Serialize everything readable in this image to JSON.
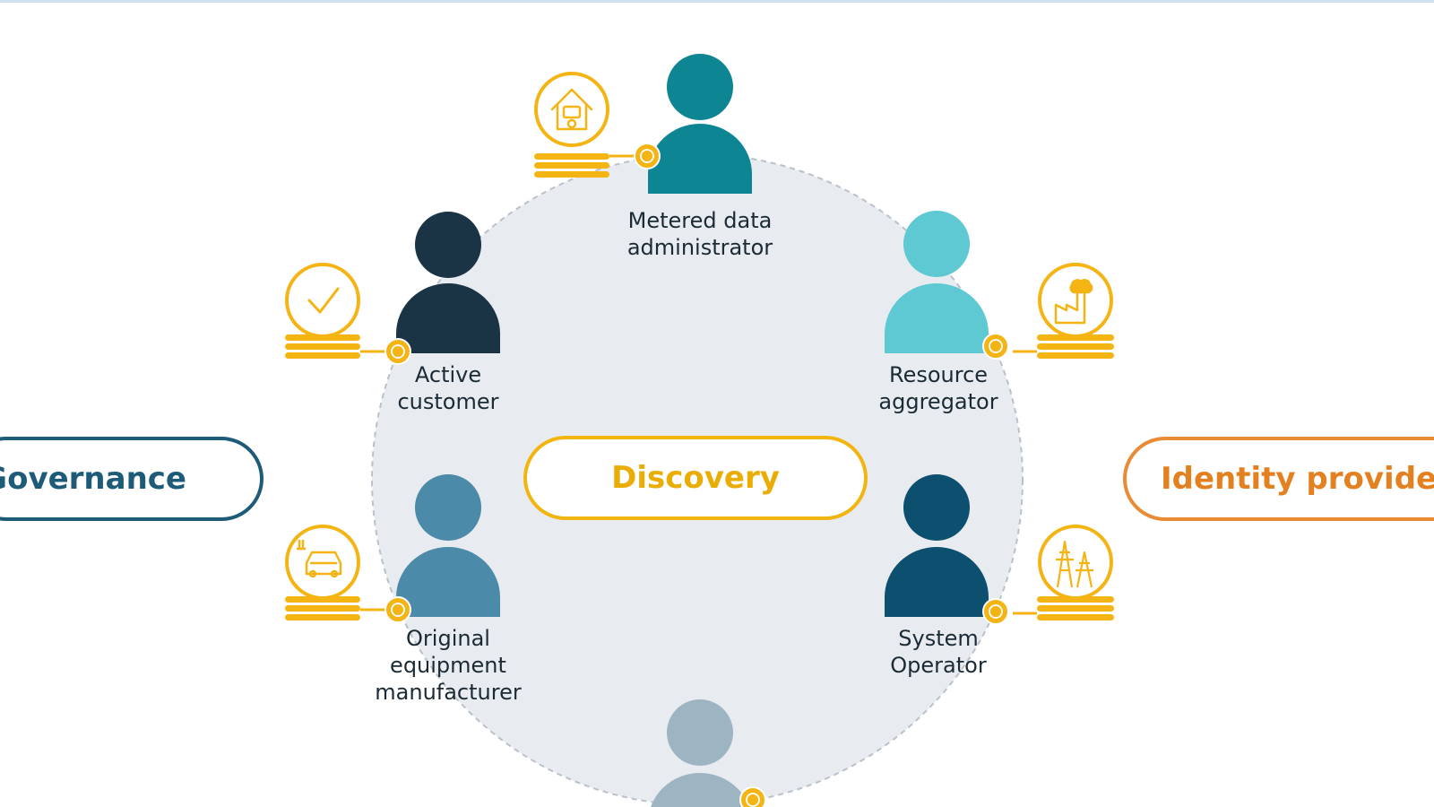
{
  "diagram": {
    "colors": {
      "circle_fill": "#e8ebef",
      "circle_stroke": "#b9c1ca",
      "coin": "#f4b414",
      "coin_line": "#f7c846"
    },
    "central_label": "Discovery",
    "side_labels": {
      "governance": "Governance",
      "identity_provider": "Identity provider"
    },
    "actors": [
      {
        "id": "metered",
        "label": "Metered data\nadministrator",
        "color": "#0e8593",
        "icon": "house-meter-icon"
      },
      {
        "id": "active",
        "label": "Active\ncustomer",
        "color": "#1a3446",
        "icon": "checkmark-icon"
      },
      {
        "id": "resource",
        "label": "Resource\naggregator",
        "color": "#5ec8d3",
        "icon": "factory-icon"
      },
      {
        "id": "oem",
        "label": "Original\nequipment\nmanufacturer",
        "color": "#4b8aa8",
        "icon": "electric-car-icon"
      },
      {
        "id": "system",
        "label": "System\nOperator",
        "color": "#0c4f6e",
        "icon": "power-pylon-icon"
      },
      {
        "id": "bottom",
        "label": "",
        "color": "#9db5c3",
        "icon": ""
      }
    ]
  }
}
